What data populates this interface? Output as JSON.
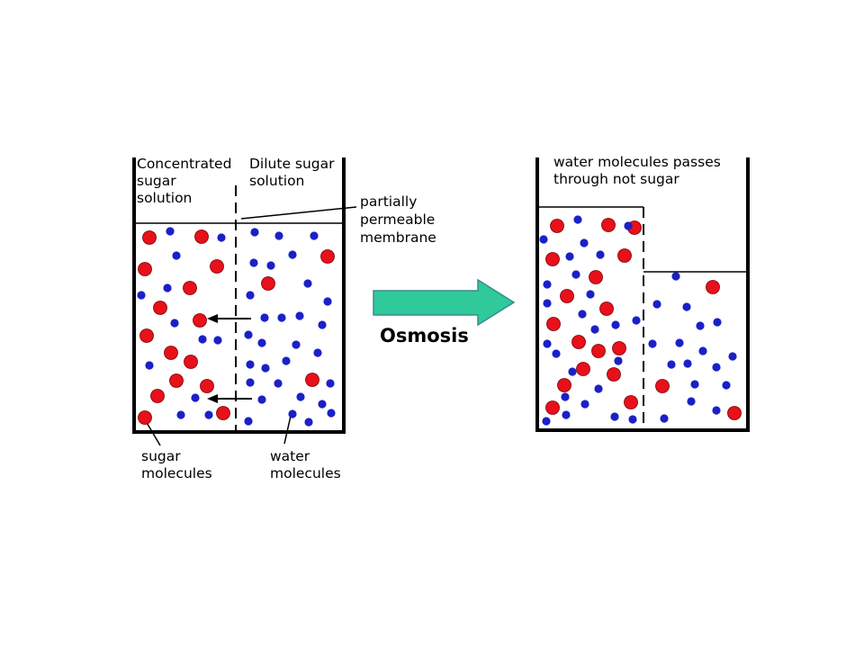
{
  "colors": {
    "sugar": "#e8101a",
    "water": "#1a20c8",
    "arrow_fill": "#2fc99a",
    "arrow_stroke": "#3a8a90",
    "outline": "#000000",
    "background": "#ffffff"
  },
  "labels": {
    "concentrated": [
      "Concentrated",
      "sugar",
      "solution"
    ],
    "dilute": [
      "Dilute sugar",
      "solution"
    ],
    "membrane": [
      "partially",
      "permeable",
      "membrane"
    ],
    "sugar_molecules": [
      "sugar",
      "molecules"
    ],
    "water_molecules": [
      "water",
      "molecules"
    ],
    "osmosis": "Osmosis",
    "result_note": [
      "water molecules passes",
      "through not sugar"
    ]
  },
  "icons": {
    "big_arrow": "right-arrow-icon",
    "flow_arrows": "left-arrow-icon"
  }
}
